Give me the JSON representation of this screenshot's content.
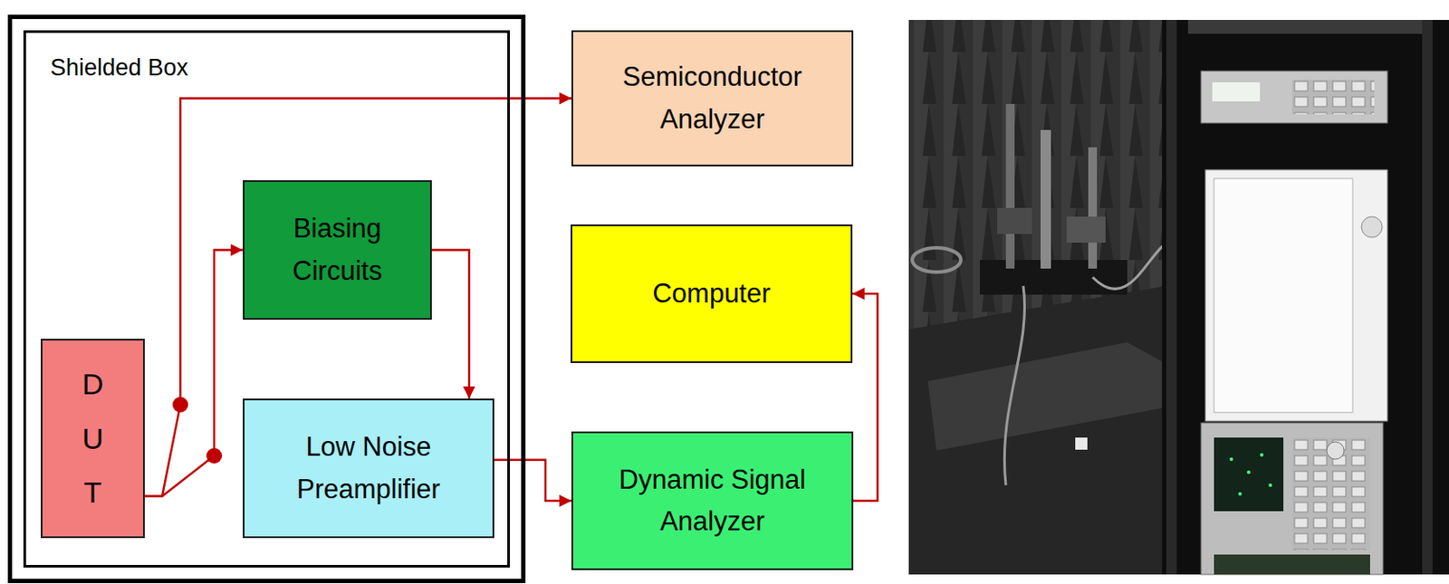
{
  "diagram": {
    "nodes": [
      {
        "text": [
          "Shielded Box"
        ]
      },
      {
        "text": [
          "Biasing Circuits"
        ],
        "in": 0
      },
      {
        "text": [
          "D U T"
        ],
        "in": 0
      },
      {
        "text": [
          "Low Noise Preamplifier"
        ],
        "in": 0
      },
      {
        "text": [
          "Semiconductor Analyzer"
        ]
      },
      {
        "text": [
          "Computer"
        ]
      },
      {
        "text": [
          "Dynamic Signal Analyzer"
        ]
      }
    ],
    "edges": [
      {
        "from": 2,
        "to": 4,
        "arrow": "to"
      },
      {
        "from": 2,
        "to": 1,
        "arrow": "to"
      },
      {
        "from": 1,
        "to": 3,
        "arrow": "to"
      },
      {
        "from": 3,
        "to": 6,
        "arrow": "to"
      },
      {
        "from": 6,
        "to": 5,
        "arrow": "to"
      }
    ]
  }
}
